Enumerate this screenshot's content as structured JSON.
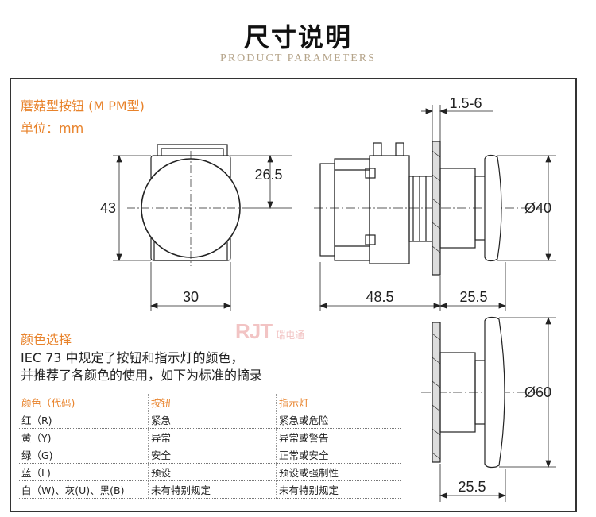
{
  "header": {
    "title": "尺寸说明",
    "subtitle": "PRODUCT PARAMETERS"
  },
  "product": {
    "name": "蘑菇型按钮 (M PM型)",
    "unit": "单位：mm"
  },
  "dimensions": {
    "front_height": "43",
    "front_half_height": "26.5",
    "front_width": "30",
    "panel_thickness": "1.5-6",
    "body_length": "48.5",
    "head_depth": "25.5",
    "head_diameter_40": "Ø40",
    "head_diameter_60": "Ø60",
    "head_depth_60": "25.5"
  },
  "colors_section": {
    "title": "颜色选择",
    "line1": "IEC 73 中规定了按钮和指示灯的颜色，",
    "line2": "并推荐了各颜色的使用，如下为标准的摘录",
    "headers": [
      "颜色（代码)",
      "按钮",
      "指示灯"
    ],
    "rows": [
      [
        "红（R)",
        "紧急",
        "紧急或危险"
      ],
      [
        "黄（Y)",
        "异常",
        "异常或警告"
      ],
      [
        "绿（G)",
        "安全",
        "正常或安全"
      ],
      [
        "蓝（L)",
        "预设",
        "预设或强制性"
      ],
      [
        "白（W)、灰(U)、黑(B)",
        "未有特别规定",
        "未有特别规定"
      ]
    ]
  },
  "logo": {
    "mark": "RJT",
    "text": "瑞电通"
  },
  "style": {
    "accent": "#e8822a",
    "line": "#222222"
  }
}
